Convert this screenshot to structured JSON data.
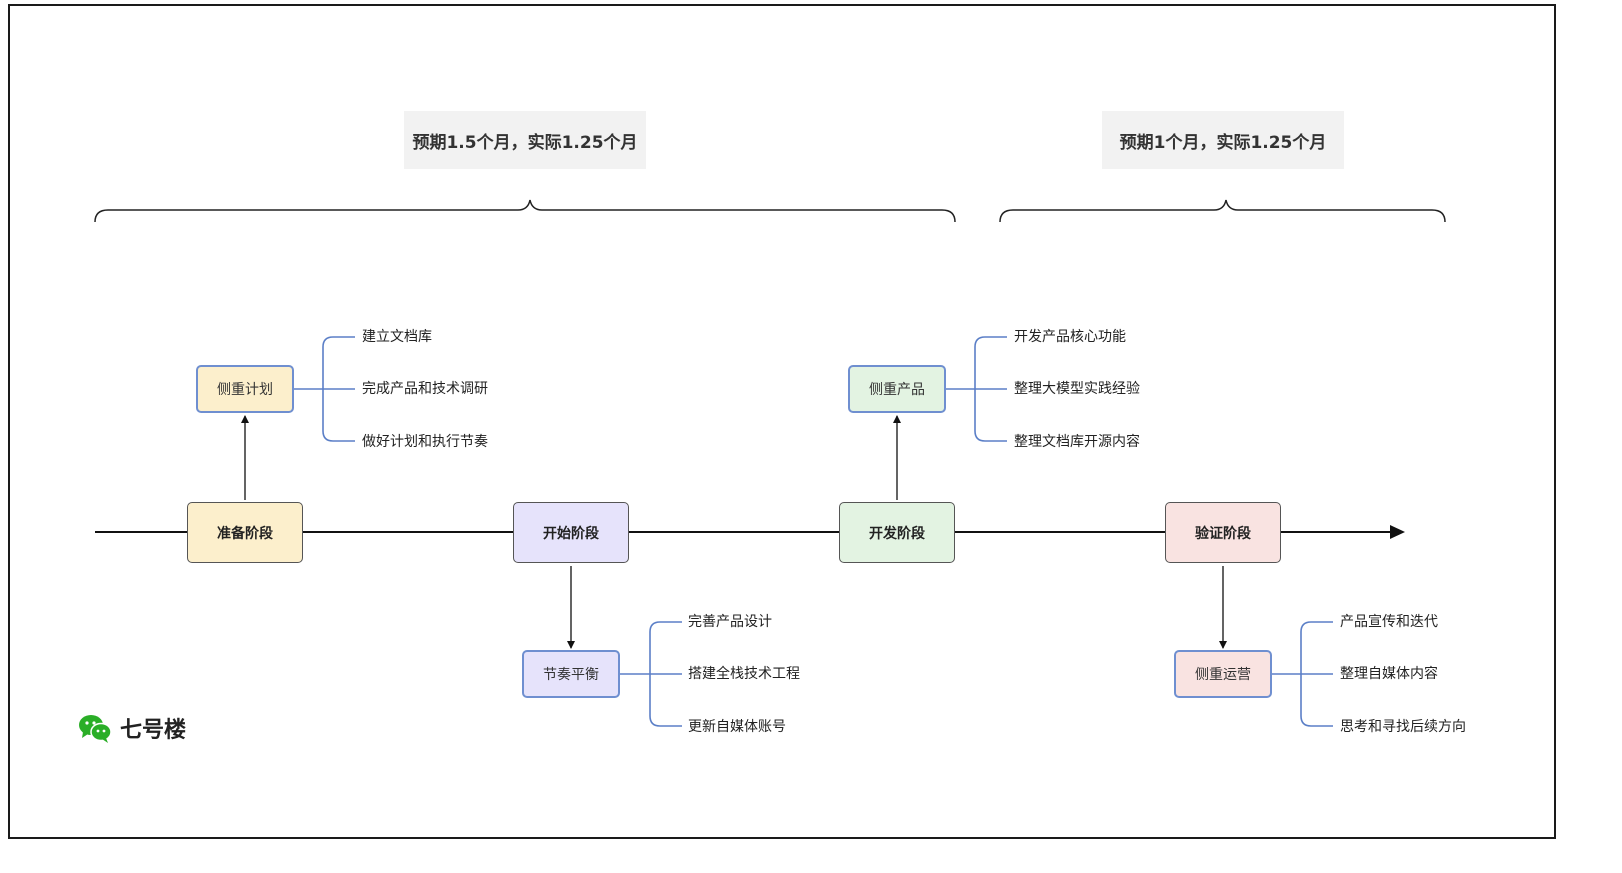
{
  "estimates": [
    {
      "text": "预期1.5个月，实际1.25个月"
    },
    {
      "text": "预期1个月，实际1.25个月"
    }
  ],
  "stages": [
    {
      "label": "准备阶段",
      "fill": "#fcefcc"
    },
    {
      "label": "开始阶段",
      "fill": "#e6e3fb"
    },
    {
      "label": "开发阶段",
      "fill": "#e3f3e2"
    },
    {
      "label": "验证阶段",
      "fill": "#f9e3e1"
    }
  ],
  "focus": [
    {
      "label": "侧重计划",
      "fill": "#fcefcc",
      "items": [
        "建立文档库",
        "完成产品和技术调研",
        "做好计划和执行节奏"
      ]
    },
    {
      "label": "节奏平衡",
      "fill": "#e6e3fb",
      "items": [
        "完善产品设计",
        "搭建全栈技术工程",
        "更新自媒体账号"
      ]
    },
    {
      "label": "侧重产品",
      "fill": "#e3f3e2",
      "items": [
        "开发产品核心功能",
        "整理大模型实践经验",
        "整理文档库开源内容"
      ]
    },
    {
      "label": "侧重运营",
      "fill": "#f9e3e1",
      "items": [
        "产品宣传和迭代",
        "整理自媒体内容",
        "思考和寻找后续方向"
      ]
    }
  ],
  "logo": {
    "text": "七号楼",
    "icon": "wechat-icon",
    "color": "#2aae27"
  },
  "colors": {
    "connector": "#5b7fc7",
    "timeline": "#111111"
  }
}
